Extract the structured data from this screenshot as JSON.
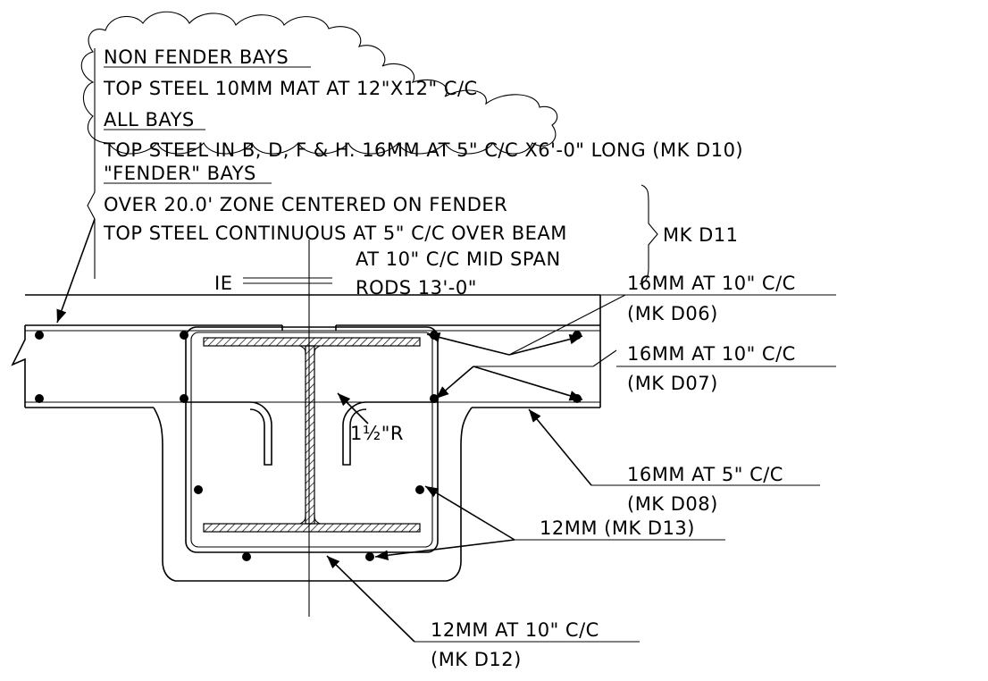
{
  "notes": {
    "non_fender_heading": "NON FENDER BAYS",
    "non_fender_line": "TOP STEEL 10MM MAT AT 12\"X12\" C/C",
    "all_bays_heading": "ALL BAYS",
    "all_bays_line": "TOP STEEL IN B, D, F & H. 16MM AT 5\" C/C X6'-0\" LONG (MK D10)",
    "fender_heading": "\"FENDER\" BAYS",
    "fender_line_1": "OVER 20.0' ZONE CENTERED ON FENDER",
    "fender_line_2": "TOP STEEL CONTINUOUS AT 5\" C/C OVER BEAM",
    "fender_line_3": "AT 10\" C/C MID SPAN",
    "fender_line_4": "RODS 13'-0\"",
    "fender_mark": "MK D11"
  },
  "labels": {
    "ie": "IE",
    "d06_size": "16MM AT 10\" C/C",
    "d06_mark": "(MK D06)",
    "d07_size": "16MM AT 10\" C/C",
    "d07_mark": "(MK D07)",
    "d08_size": "16MM AT 5\" C/C",
    "d08_mark": "(MK D08)",
    "d13_label": "12MM (MK D13)",
    "d12_size": "12MM AT 10\" C/C",
    "d12_mark": "(MK D12)",
    "radius": "1½\"R"
  }
}
